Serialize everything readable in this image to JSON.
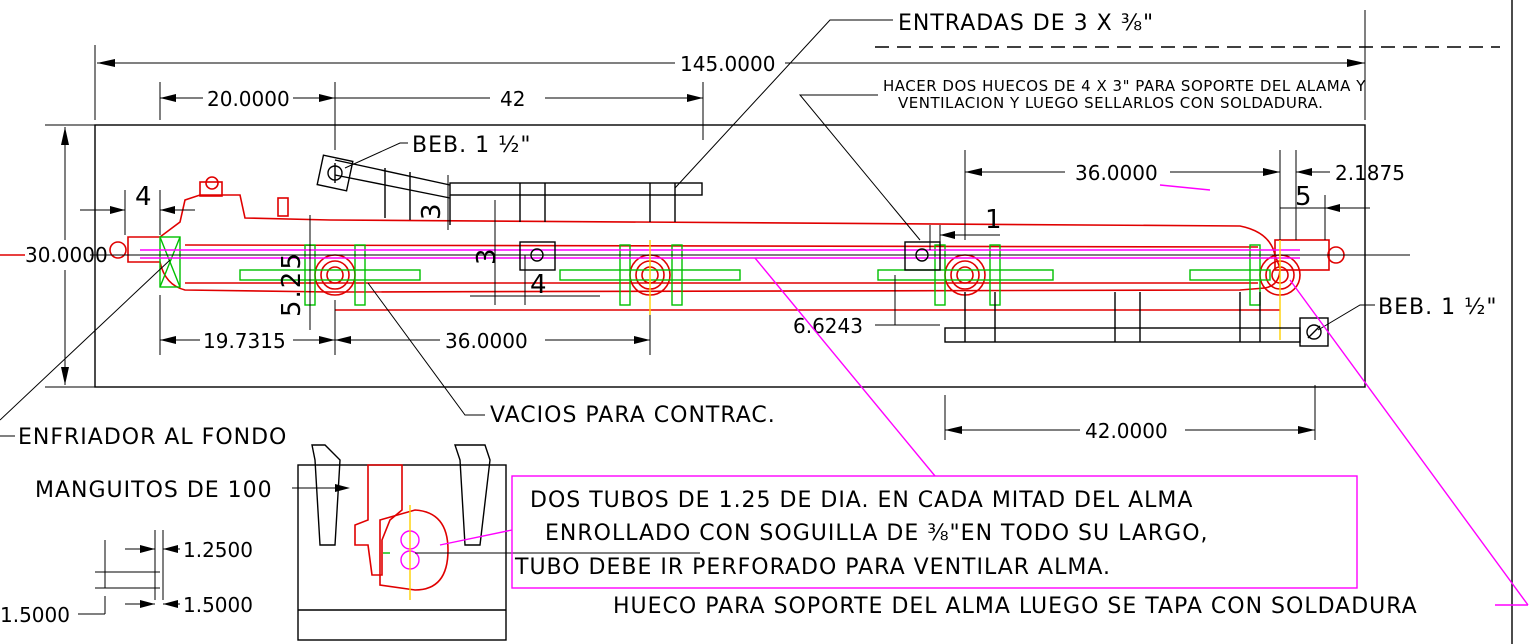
{
  "colors": {
    "outline": "#000000",
    "casting": "#e00000",
    "chills": "#00c000",
    "note_frame": "#ff00ff",
    "axis": "#ffd000"
  },
  "dimensions": {
    "overall_length": "145.0000",
    "left_offset": "20.0000",
    "riser_span": "42",
    "height": "30.0000",
    "right_span": "36.0000",
    "right_offset": "2.1875",
    "left_bottom": "19.7315",
    "bottom_span": "36.0000",
    "depth": "6.6243",
    "bottom_right_span": "42.0000",
    "d4_left": "4",
    "d4_mid": "4",
    "d3_mid": "3",
    "d3_riser": "3",
    "d5_right": "5",
    "d1": "1",
    "d25": "5.25",
    "sec_1250": "1.2500",
    "sec_1500a": "1.5000",
    "sec_1500b": "1.5000"
  },
  "labels": {
    "entradas": "ENTRADAS DE 3 X ⅜\"",
    "hacer_line1": "HACER DOS HUECOS DE 4 X 3\"  PARA SOPORTE DEL ALAMA Y",
    "hacer_line2": "VENTILACION Y LUEGO SELLARLOS CON SOLDADURA.",
    "beb_left": "BEB. 1 ½\"",
    "beb_right": "BEB. 1 ½\"",
    "vacios": "VACIOS PARA CONTRAC.",
    "enfriador": "ENFRIADOR AL FONDO",
    "manguitos": "MANGUITOS DE 100",
    "note_line1": "DOS TUBOS DE 1.25 DE DIA. EN CADA MITAD DEL ALMA",
    "note_line2": "ENROLLADO CON SOGUILLA DE ⅜\"EN TODO SU LARGO,",
    "note_line3": "TUBO DEBE IR PERFORADO PARA VENTILAR ALMA.",
    "hueco": "HUECO PARA SOPORTE DEL ALMA  LUEGO SE TAPA CON SOLDADURA"
  }
}
